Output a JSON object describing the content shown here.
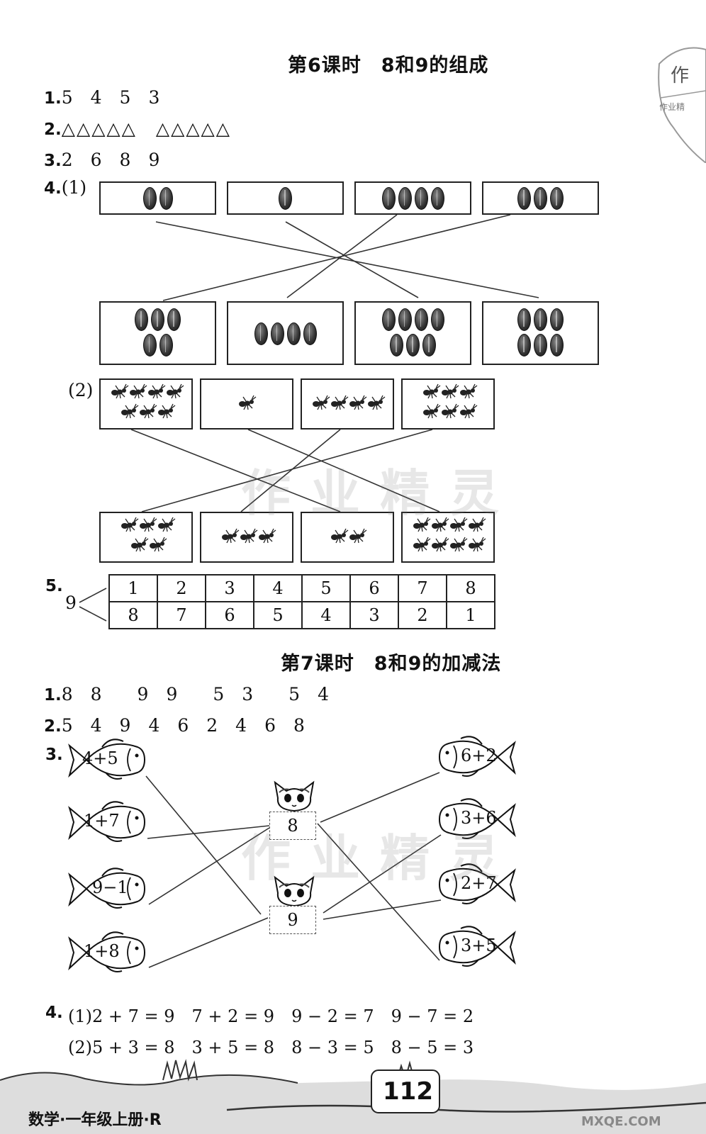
{
  "sec6_title": "第6课时　8和9的组成",
  "s6": {
    "q1_num": "1.",
    "q1_text": "5　4　5　3",
    "q2_num": "2.",
    "q2_text": "△△△△△　△△△△△",
    "q3_num": "3.",
    "q3_text": "2　6　8　9",
    "q4_num": "4.",
    "q4_sub1": "(1)",
    "q4_sub2": "(2)",
    "q5_num": "5.",
    "q5_total": "9",
    "q5_row1": [
      "1",
      "2",
      "3",
      "4",
      "5",
      "6",
      "7",
      "8"
    ],
    "q5_row2": [
      "8",
      "7",
      "6",
      "5",
      "4",
      "3",
      "2",
      "1"
    ]
  },
  "sec7_title": "第7课时　8和9的加减法",
  "s7": {
    "q1_num": "1.",
    "q1_text": "8　8　　9　9　　5　3　　5　4",
    "q2_num": "2.",
    "q2_text": "5　4　9　4　6　2　4　6　8",
    "q3_num": "3.",
    "fish_left": [
      "4+5",
      "1+7",
      "9−1",
      "1+8"
    ],
    "fish_right": [
      "6+2",
      "3+6",
      "2+7",
      "3+5"
    ],
    "box_top": "8",
    "box_bottom": "9",
    "q4_num": "4.",
    "q4_line1": "(1)2 + 7 = 9　7 + 2 = 9　9 − 2 = 7　9 − 7 = 2",
    "q4_line2": "(2)5 + 3 = 8　3 + 5 = 8　8 − 3 = 5　8 − 5 = 3"
  },
  "watermark": "作业精灵",
  "stamp_char": "作",
  "stamp_small": "作业精",
  "footer_left": "数学·一年级上册·R",
  "page_number": "112",
  "corner_logo": "MXQE.COM"
}
